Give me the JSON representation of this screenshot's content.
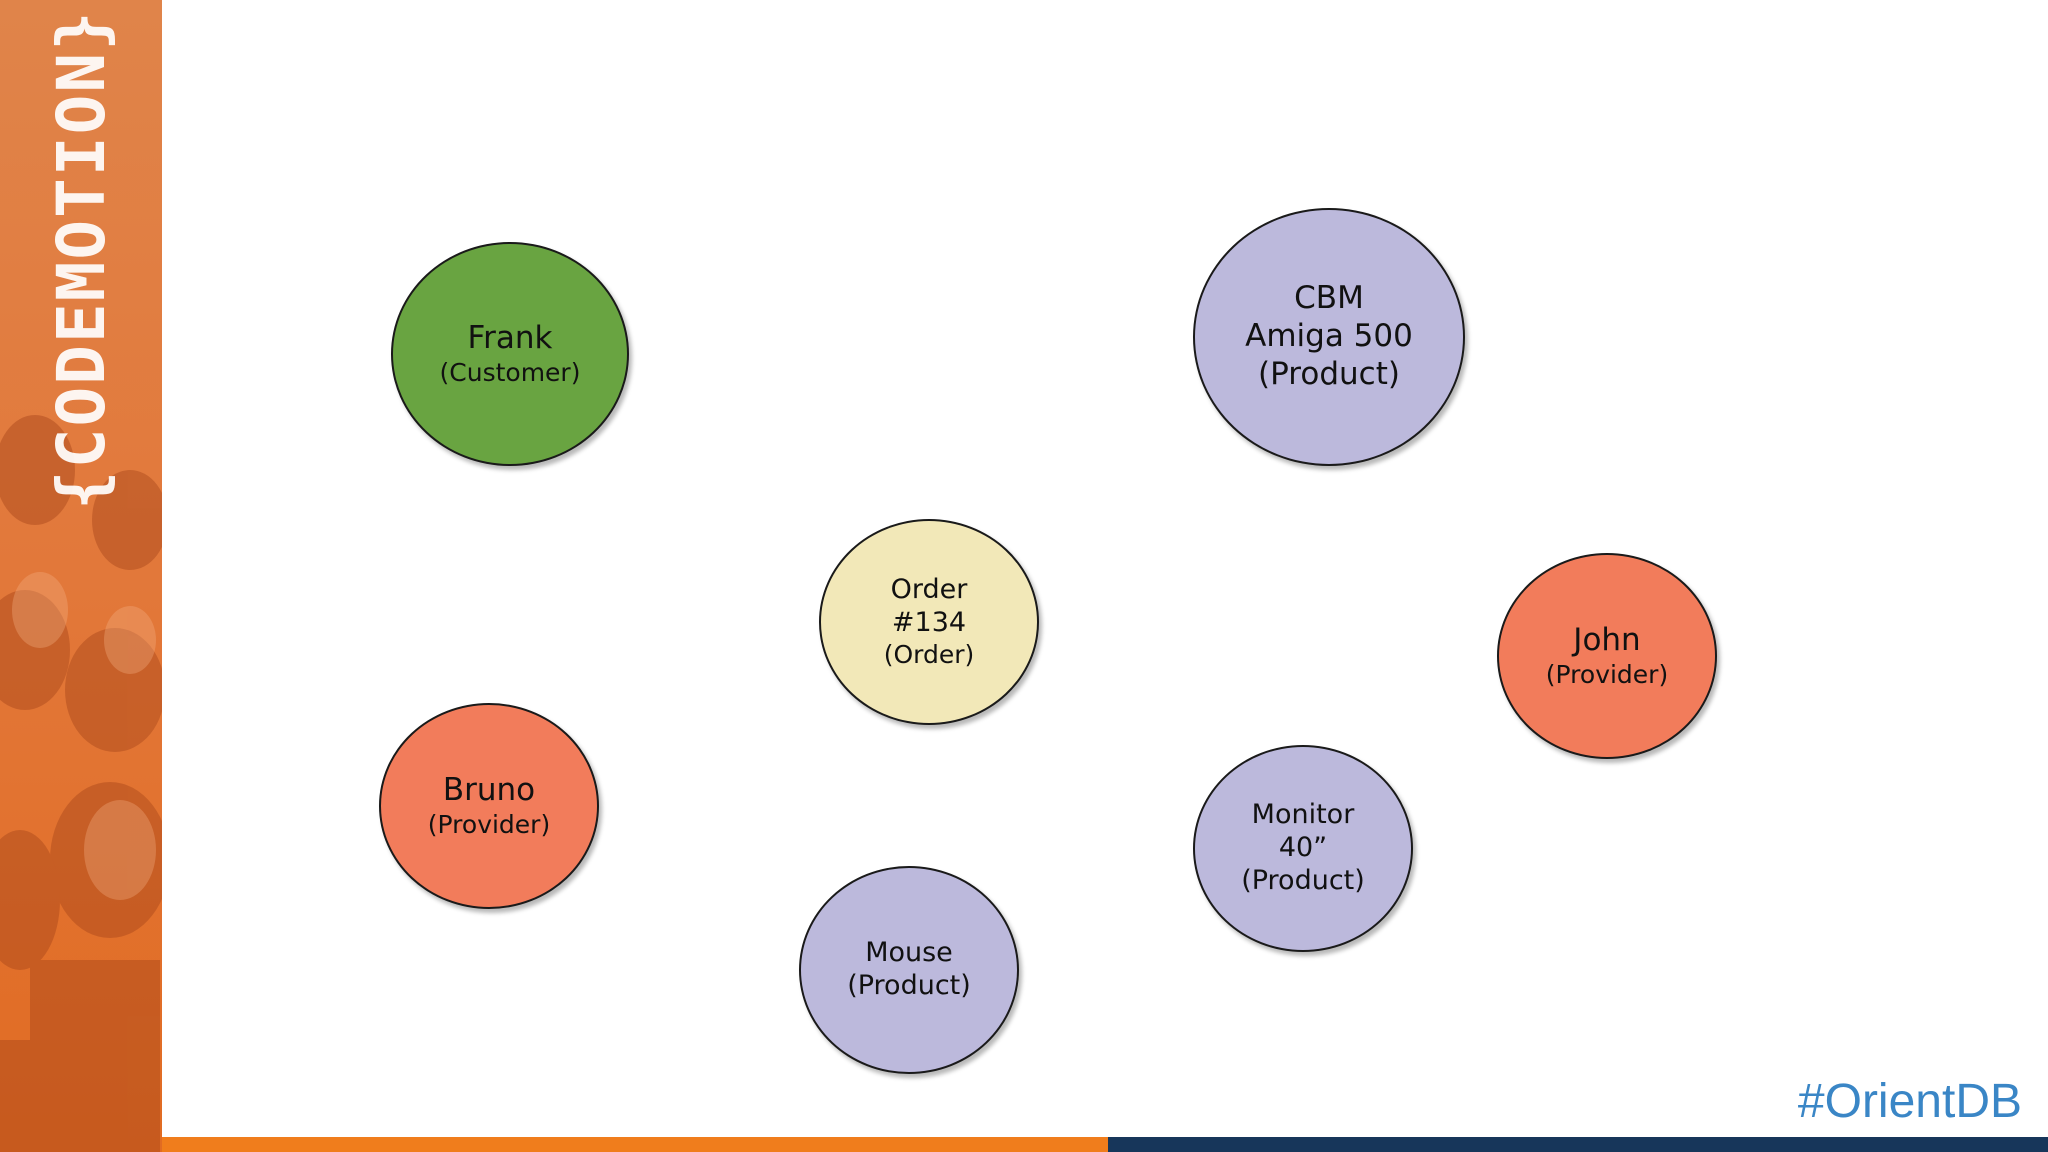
{
  "sidebar": {
    "logo_text": "{CODEMOTION}",
    "logo_icon": "codemotion-logo"
  },
  "nodes": {
    "frank": {
      "name": "Frank",
      "type": "(Customer)"
    },
    "cbm": {
      "line1": "CBM",
      "line2": "Amiga 500",
      "type": "(Product)"
    },
    "order": {
      "line1": "Order",
      "line2": "#134",
      "type": "(Order)"
    },
    "john": {
      "name": "John",
      "type": "(Provider)"
    },
    "bruno": {
      "name": "Bruno",
      "type": "(Provider)"
    },
    "monitor": {
      "line1": "Monitor",
      "line2": "40”",
      "type": "(Product)"
    },
    "mouse": {
      "name": "Mouse",
      "type": "(Product)"
    }
  },
  "hashtag": "#OrientDB",
  "colors": {
    "customer": "#69a441",
    "product": "#bcb9dc",
    "provider": "#f27c5b",
    "order": "#f2e8b8",
    "hashtag": "#3a86c6",
    "bar_left": "#f07d1c",
    "bar_right": "#17365a"
  }
}
